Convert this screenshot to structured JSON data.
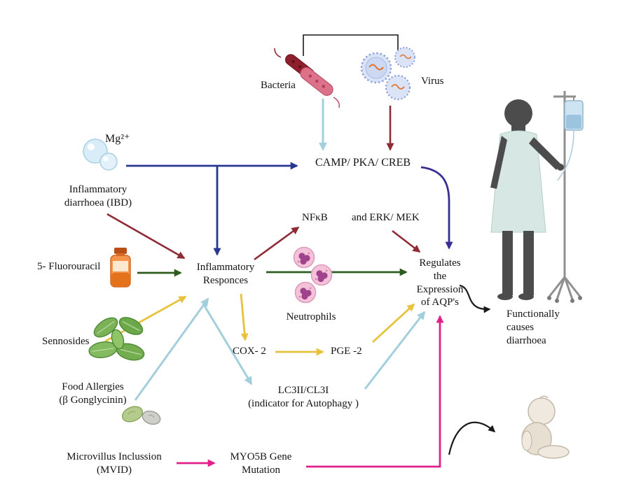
{
  "nodes": {
    "bacteria": "Bacteria",
    "virus": "Virus",
    "mg": "Mg²⁺",
    "camp": "CAMP/ PKA/ CREB",
    "ibd": "Inflammatory\ndiarrhoea (IBD)",
    "nfkb": "NFκB",
    "erk": "and ERK/ MEK",
    "fluorouracil": "5- Fluorouracil",
    "inflammatory": "Inflammatory\nResponces",
    "neutrophils": "Neutrophils",
    "regulates": "Regulates\nthe\nExpression\nof AQP's",
    "sennosides": "Sennosides",
    "cox2": "COX- 2",
    "pge2": "PGE -2",
    "food": "Food Allergies\n(β Gonglycinin)",
    "lc3": "LC3II/CL3I\n(indicator for Autophagy )",
    "mvid": "Microvillus Inclussion\n(MVID)",
    "myo5b": "MYO5B Gene\nMutation",
    "functional": "Functionally\ncauses\ndiarrhoea"
  },
  "colors": {
    "navy": "#283891",
    "light_blue": "#a3cfdd",
    "maroon": "#8f2b35",
    "green": "#2e5c1e",
    "yellow": "#e8c23b",
    "magenta": "#e0218a",
    "indigo": "#372f91",
    "black": "#1a1a1a"
  },
  "edges": [
    {
      "from": "Mg2+",
      "to": "CAMP/ PKA/ CREB",
      "color": "navy"
    },
    {
      "from": "Mg2+ pathway",
      "to": "Inflammatory Responces",
      "color": "navy"
    },
    {
      "from": "Bacteria",
      "to": "CAMP/ PKA/ CREB",
      "color": "light_blue"
    },
    {
      "from": "Virus",
      "to": "CAMP/ PKA/ CREB",
      "color": "maroon"
    },
    {
      "from": "CAMP/ PKA/ CREB",
      "to": "Regulates the Expression of AQP's",
      "color": "indigo"
    },
    {
      "from": "Inflammatory diarrhoea (IBD)",
      "to": "Inflammatory Responces",
      "color": "maroon"
    },
    {
      "from": "5- Fluorouracil",
      "to": "Inflammatory Responces",
      "color": "green"
    },
    {
      "from": "Inflammatory Responces",
      "to": "NFκB and ERK/ MEK",
      "color": "maroon"
    },
    {
      "from": "NFκB and ERK/ MEK",
      "to": "Regulates the Expression of AQP's",
      "color": "maroon"
    },
    {
      "from": "Inflammatory Responces",
      "to": "Regulates the Expression of AQP's (via Neutrophils)",
      "color": "green"
    },
    {
      "from": "Sennosides",
      "to": "Inflammatory Responces",
      "color": "yellow"
    },
    {
      "from": "Inflammatory Responces",
      "to": "COX- 2",
      "color": "yellow"
    },
    {
      "from": "COX- 2",
      "to": "PGE -2",
      "color": "yellow"
    },
    {
      "from": "PGE -2",
      "to": "Regulates the Expression of AQP's",
      "color": "yellow"
    },
    {
      "from": "Food Allergies (β Gonglycinin)",
      "to": "Inflammatory Responces",
      "color": "light_blue"
    },
    {
      "from": "Inflammatory Responces",
      "to": "LC3II/CL3I",
      "color": "light_blue"
    },
    {
      "from": "LC3II/CL3I",
      "to": "Regulates the Expression of AQP's",
      "color": "light_blue"
    },
    {
      "from": "Microvillus Inclussion (MVID)",
      "to": "MYO5B Gene Mutation",
      "color": "magenta"
    },
    {
      "from": "MYO5B Gene Mutation",
      "to": "Regulates the Expression of AQP's",
      "color": "magenta"
    },
    {
      "from": "Regulates the Expression of AQP's",
      "to": "Functionally causes diarrhoea (patient)",
      "color": "black"
    },
    {
      "from": "LC3II / MYO5B region",
      "to": "infant",
      "color": "black"
    }
  ],
  "icons": [
    "magnesium-bubbles-icon",
    "bacteria-icon",
    "virus-icon",
    "fluorouracil-vial-icon",
    "sennosides-leaves-icon",
    "soy-beans-icon",
    "neutrophil-cells-icon",
    "iv-stand-icon",
    "iv-bag-icon",
    "patient-silhouette",
    "baby-silhouette"
  ]
}
